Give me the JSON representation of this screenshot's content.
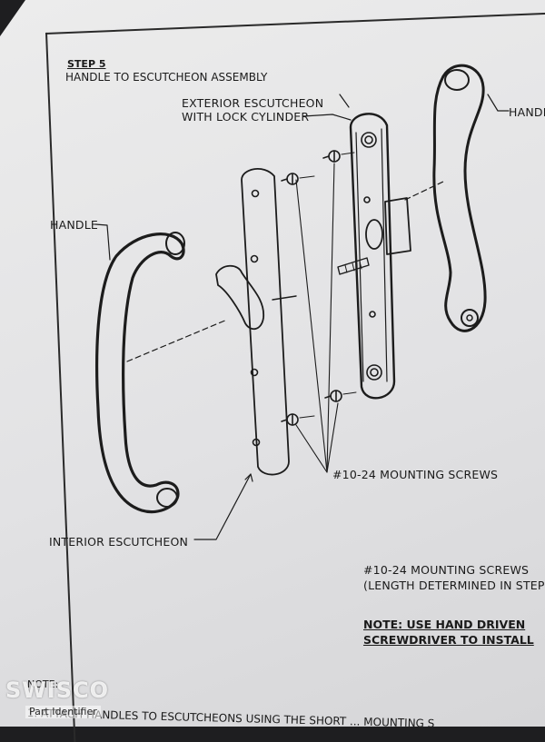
{
  "step": {
    "number": "STEP 5",
    "title": "HANDLE TO ESCUTCHEON ASSEMBLY"
  },
  "labels": {
    "exterior_escutcheon": "EXTERIOR ESCUTCHEON",
    "with_lock_cylinder": "WITH LOCK CYLINDER",
    "handle_left": "HANDLE",
    "handle_right": "HANDL",
    "mounting_screws": "#10-24 MOUNTING SCREWS",
    "interior_escutcheon": "INTERIOR ESCUTCHEON"
  },
  "spec": {
    "line1": "#10-24 MOUNTING SCREWS",
    "line2": "(LENGTH DETERMINED IN STEP"
  },
  "note": {
    "line1": "NOTE: USE HAND DRIVEN",
    "line2": "SCREWDRIVER TO INSTALL"
  },
  "bottom": {
    "note_label": "NOTE:",
    "text": "1. ATTACH HANDLES TO ESCUTCHEONS USING THE SHORT ... MOUNTING S"
  },
  "watermark": {
    "logo": "SWISCO",
    "subtitle": "Part Identifier"
  }
}
